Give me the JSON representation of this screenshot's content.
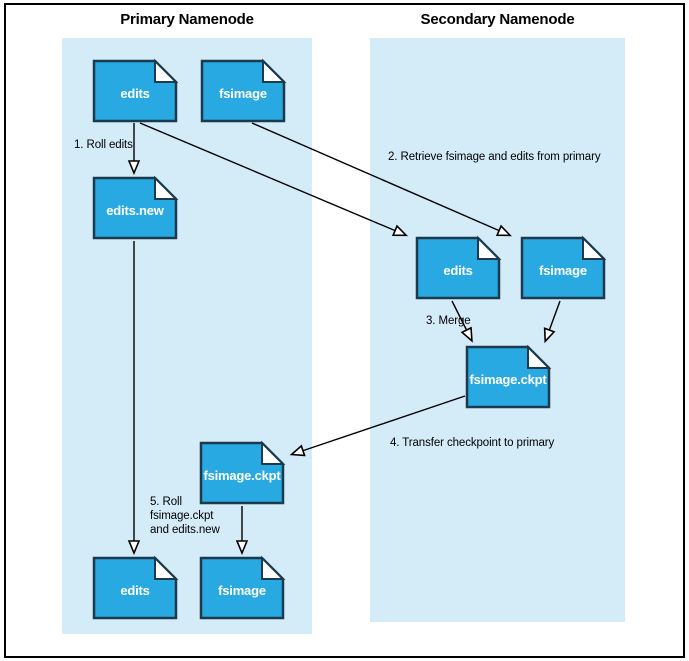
{
  "diagram": {
    "primary_panel_title": "Primary Namenode",
    "secondary_panel_title": "Secondary Namenode"
  },
  "nodes": {
    "primary_edits_top": {
      "label": "edits"
    },
    "primary_fsimage_top": {
      "label": "fsimage"
    },
    "primary_edits_new": {
      "label": "edits.new"
    },
    "primary_fsimage_ckpt": {
      "label": "fsimage.ckpt"
    },
    "primary_edits_bottom": {
      "label": "edits"
    },
    "primary_fsimage_bottom": {
      "label": "fsimage"
    },
    "secondary_edits": {
      "label": "edits"
    },
    "secondary_fsimage": {
      "label": "fsimage"
    },
    "secondary_fsimage_ckpt": {
      "label": "fsimage.ckpt"
    }
  },
  "steps": {
    "step1": "1. Roll edits",
    "step2": "2. Retrieve fsimage and edits from primary",
    "step3": "3. Merge",
    "step4": "4. Transfer checkpoint to primary",
    "step5": "5. Roll\nfsimage.ckpt\nand edits.new"
  },
  "colors": {
    "panel_background": "#d4ebf8",
    "document_fill": "#29a9e1",
    "document_border": "#1b3a4d",
    "arrow": "#000000"
  }
}
